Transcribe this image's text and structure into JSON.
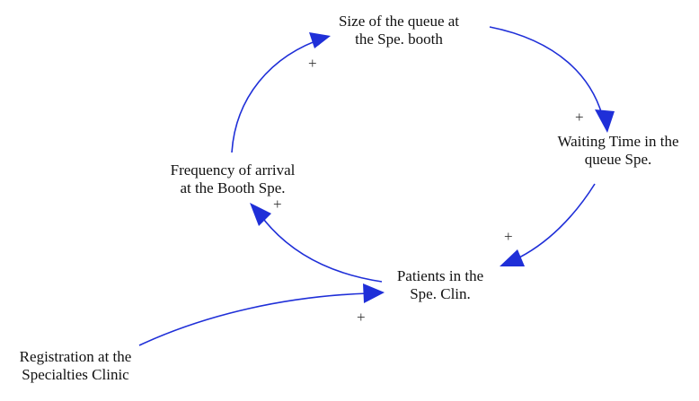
{
  "diagram": {
    "nodes": {
      "queue_size": {
        "line1": "Size of the queue at",
        "line2": "the Spe. booth"
      },
      "waiting_time": {
        "line1": "Waiting Time in the",
        "line2": "queue Spe."
      },
      "frequency": {
        "line1": "Frequency of arrival",
        "line2": "at the Booth Spe."
      },
      "patients": {
        "line1": "Patients in the",
        "line2": "Spe. Clin."
      },
      "registration": {
        "line1": "Registration at the",
        "line2": "Specialties Clinic"
      }
    },
    "links": [
      {
        "from": "Frequency of arrival at the Booth Spe.",
        "to": "Size of the queue at the Spe. booth",
        "polarity": "+"
      },
      {
        "from": "Size of the queue at the Spe. booth",
        "to": "Waiting Time in the queue Spe.",
        "polarity": "+"
      },
      {
        "from": "Waiting Time in the queue Spe.",
        "to": "Patients in the Spe. Clin.",
        "polarity": "+"
      },
      {
        "from": "Patients in the Spe. Clin.",
        "to": "Frequency of arrival at the Booth Spe.",
        "polarity": "+"
      },
      {
        "from": "Registration at the Specialties Clinic",
        "to": "Patients in the Spe. Clin.",
        "polarity": "+"
      }
    ],
    "colors": {
      "arrow": "#1f2fd8",
      "text": "#111111"
    }
  }
}
